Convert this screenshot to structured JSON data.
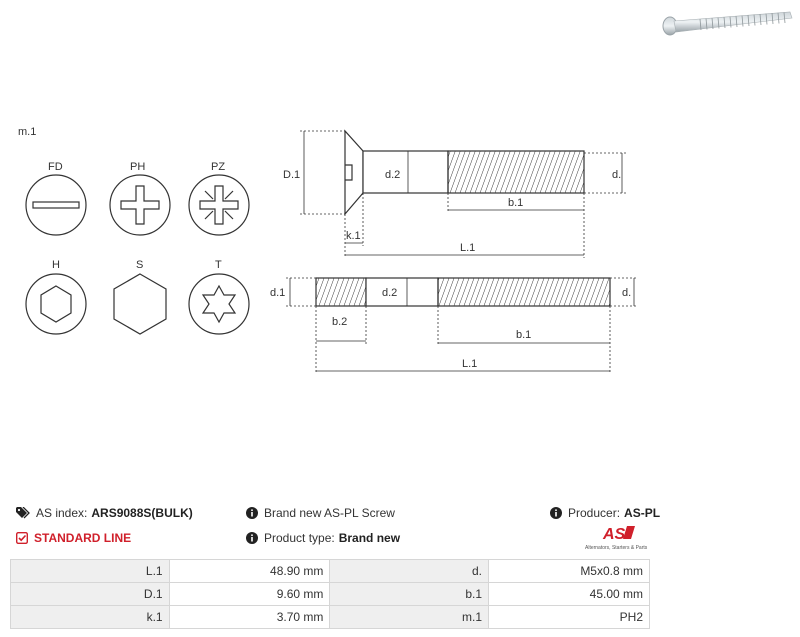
{
  "drawing": {
    "m_label": "m.1",
    "heads": [
      {
        "label": "FD",
        "icon": "slotted-drive-icon"
      },
      {
        "label": "PH",
        "icon": "phillips-drive-icon"
      },
      {
        "label": "PZ",
        "icon": "pozidriv-drive-icon"
      },
      {
        "label": "H",
        "icon": "hex-socket-drive-icon"
      },
      {
        "label": "S",
        "icon": "hex-head-drive-icon"
      },
      {
        "label": "T",
        "icon": "torx-drive-icon"
      }
    ],
    "screw_dims": {
      "D1": "D.1",
      "d2": "d.2",
      "d": "d.",
      "b1": "b.1",
      "k1": "k.1",
      "L1": "L.1"
    },
    "stud_dims": {
      "d1": "d.1",
      "d2": "d.2",
      "d": "d.",
      "b2": "b.2",
      "b1": "b.1",
      "L1": "L.1"
    }
  },
  "info": {
    "as_index_label": "AS index:",
    "as_index_value": "ARS9088S(BULK)",
    "brand_text": "Brand new AS-PL Screw",
    "producer_label": "Producer:",
    "producer_value": "AS-PL",
    "line_label": "STANDARD LINE",
    "product_type_label": "Product type:",
    "product_type_value": "Brand new",
    "logo_text": "AS",
    "logo_tagline": "Alternators, Starters & Parts"
  },
  "colors": {
    "accent_red": "#d0202b",
    "key_bg": "#efefef",
    "border": "#d6d6d6"
  },
  "specs": [
    {
      "k1": "L.1",
      "v1": "48.90 mm",
      "k2": "d.",
      "v2": "M5x0.8 mm"
    },
    {
      "k1": "D.1",
      "v1": "9.60 mm",
      "k2": "b.1",
      "v2": "45.00 mm"
    },
    {
      "k1": "k.1",
      "v1": "3.70 mm",
      "k2": "m.1",
      "v2": "PH2"
    }
  ]
}
